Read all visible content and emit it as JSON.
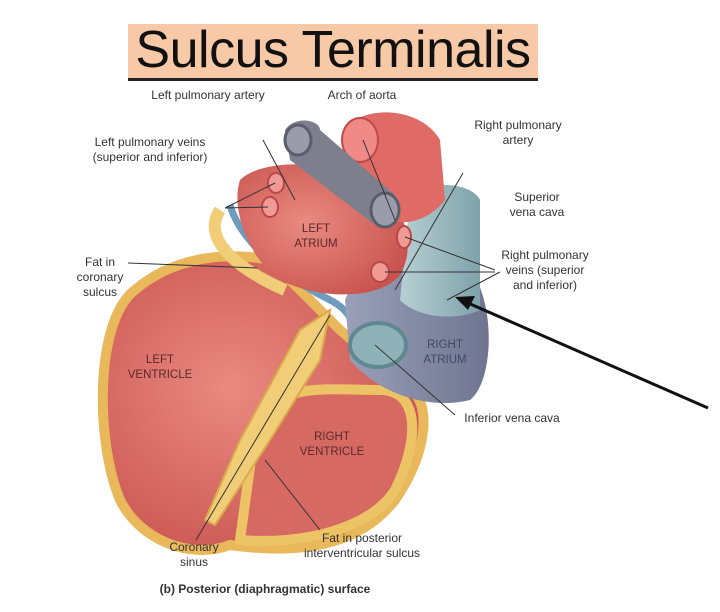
{
  "title": "Sulcus Terminalis",
  "labels": {
    "left_pulmonary_artery": "Left pulmonary artery",
    "arch_of_aorta": "Arch of aorta",
    "right_pulmonary_artery_1": "Right pulmonary",
    "right_pulmonary_artery_2": "artery",
    "left_pulmonary_veins_1": "Left pulmonary veins",
    "left_pulmonary_veins_2": "(superior and inferior)",
    "superior_vena_cava_1": "Superior",
    "superior_vena_cava_2": "vena cava",
    "right_pulmonary_veins_1": "Right pulmonary",
    "right_pulmonary_veins_2": "veins (superior",
    "right_pulmonary_veins_3": "and inferior)",
    "fat_coronary_1": "Fat in",
    "fat_coronary_2": "coronary",
    "fat_coronary_3": "sulcus",
    "inferior_vena_cava": "Inferior vena cava",
    "coronary_sinus_1": "Coronary",
    "coronary_sinus_2": "sinus",
    "fat_posterior_1": "Fat in posterior",
    "fat_posterior_2": "interventricular sulcus"
  },
  "regions": {
    "left_atrium_1": "LEFT",
    "left_atrium_2": "ATRIUM",
    "left_ventricle_1": "LEFT",
    "left_ventricle_2": "VENTRICLE",
    "right_atrium_1": "RIGHT",
    "right_atrium_2": "ATRIUM",
    "right_ventricle_1": "RIGHT",
    "right_ventricle_2": "VENTRICLE"
  },
  "caption": "(b) Posterior (diaphragmatic) surface",
  "colors": {
    "title_bg": "#f8c9a6",
    "muscle": "#d9706a",
    "fat": "#f0cc73",
    "vein_blue": "#8fb0b8",
    "artery_gray": "#7d7f8c",
    "arrow": "#111111"
  }
}
